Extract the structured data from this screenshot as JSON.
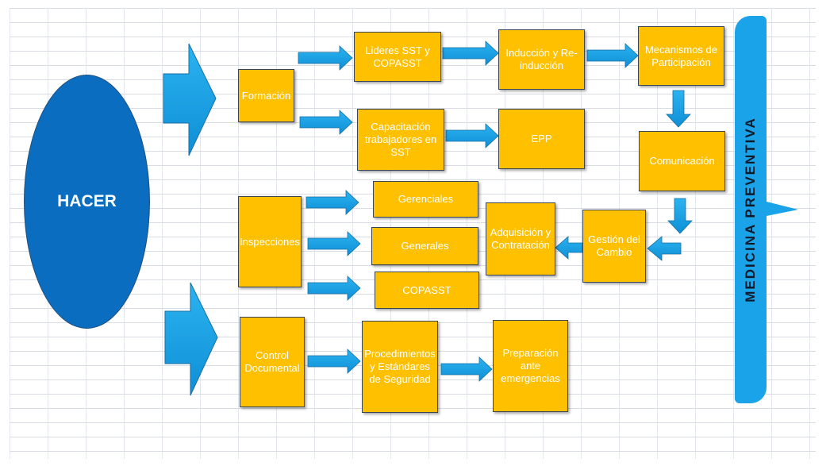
{
  "center_label": "HACER",
  "side_label": "MEDICINA PREVENTIVA",
  "nodes": {
    "formacion": "Formación",
    "lideres": "Lideres SST y COPASST",
    "induccion": "Inducción y Re-inducción",
    "mecanismos": "Mecanismos de Participación",
    "capacitacion": "Capacitación trabajadores en SST",
    "epp": "EPP",
    "comunicacion": "Comunicación",
    "inspecciones": "Inspecciones",
    "gerenciales": "Gerenciales",
    "generales": "Generales",
    "copasst": "COPASST",
    "adquisicion": "Adquisición y Contratación",
    "gestion": "Gestión del Cambio",
    "control": "Control Documental",
    "procedimientos": "Procedimientos y Estándares de Seguridad",
    "preparacion": "Preparación ante emergencias"
  },
  "colors": {
    "box": "#ffc000",
    "arrow": "#1aa3e8",
    "hacer": "#0b6dbf",
    "side_bar": "#1aa3e8"
  }
}
